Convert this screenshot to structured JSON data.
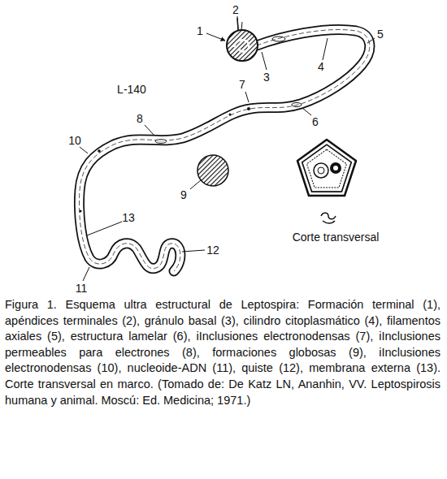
{
  "diagram": {
    "caption": "Figura 1. Esquema ultra estructural de Leptospira: Formación terminal (1), apéndices terminales (2), gránulo basal (3), cilindro citoplasmático (4), filamentos axiales (5), estructura lamelar (6), iInclusiones electronodensas (7), iInclusiones permeables para electrones (8), formaciones globosas (9), iInclusiones electronodensas (10), nucleoide-ADN (11), quiste (12), membrana externa (13). Corte transversal en marco. (Tomado de: De Katz LN, Ananhin, VV. Leptospirosis humana y animal. Moscú: Ed. Medicina; 1971.)",
    "labels": [
      "2",
      "1",
      "5",
      "3",
      "4",
      "L-140",
      "7",
      "6",
      "8",
      "10",
      "9",
      "Corte transversal",
      "13",
      "12",
      "11"
    ]
  }
}
